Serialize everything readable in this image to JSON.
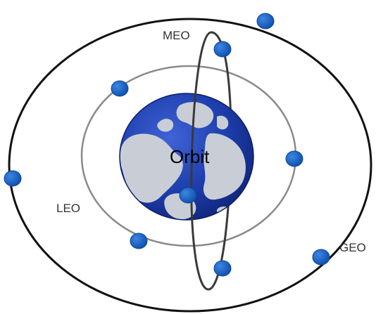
{
  "labels": {
    "meo": "MEO",
    "leo": "LEO",
    "geo": "GEO",
    "center": "Orbit"
  },
  "colors": {
    "satellite": "#1565c0",
    "satellite_edge": "#0d47a1",
    "geo_ring": "#111111",
    "leo_ring": "#8a8a8a",
    "meo_ring": "#3a3a3a",
    "ocean": "#1a3aa8",
    "land": "#c9ced6",
    "background": "#ffffff"
  },
  "icons": {
    "planet": "earth-globe-icon",
    "satellite": "satellite-dot-icon"
  }
}
